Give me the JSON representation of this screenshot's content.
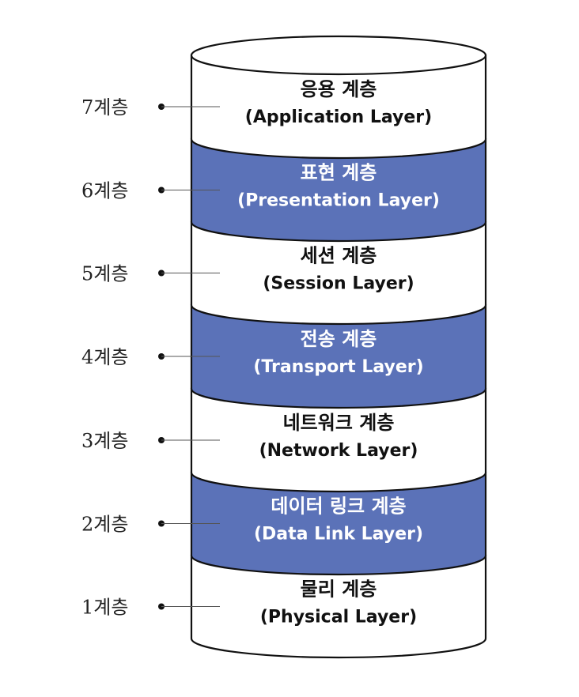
{
  "colors": {
    "blue_band": "#5b72b8",
    "white_band": "#ffffff",
    "outline": "#111111",
    "text_dark": "#111111",
    "text_light": "#ffffff"
  },
  "layers": [
    {
      "level": "7계층",
      "name": "응용 계층",
      "english": "(Application Layer)",
      "band": "white"
    },
    {
      "level": "6계층",
      "name": "표현 계층",
      "english": "(Presentation Layer)",
      "band": "blue"
    },
    {
      "level": "5계층",
      "name": "세션 계층",
      "english": "(Session Layer)",
      "band": "white"
    },
    {
      "level": "4계층",
      "name": "전송 계층",
      "english": "(Transport Layer)",
      "band": "blue"
    },
    {
      "level": "3계층",
      "name": "네트워크 계층",
      "english": "(Network Layer)",
      "band": "white"
    },
    {
      "level": "2계층",
      "name": "데이터 링크 계층",
      "english": "(Data Link Layer)",
      "band": "blue"
    },
    {
      "level": "1계층",
      "name": "물리 계층",
      "english": "(Physical Layer)",
      "band": "white"
    }
  ]
}
